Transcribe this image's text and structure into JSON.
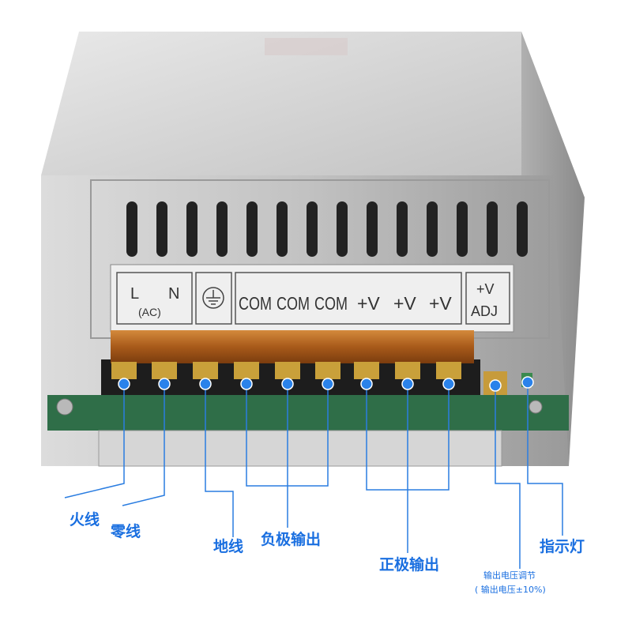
{
  "panel": {
    "l": "L",
    "n": "N",
    "ac": "(AC)",
    "com1": "COM",
    "com2": "COM",
    "com3": "COM",
    "v1": "+V",
    "v2": "+V",
    "v3": "+V",
    "adj_top": "+V",
    "adj_bottom": "ADJ"
  },
  "labels": {
    "live": "火线",
    "neutral": "零线",
    "ground": "地线",
    "negative": "负极输出",
    "positive": "正极输出",
    "indicator": "指示灯",
    "adjust": "输出电压调节",
    "adjust_range": "( 输出电压±10%)"
  },
  "colors": {
    "callout": "#1a6fe0",
    "terminal_cover": "#b5651d",
    "chassis": "#c9c9c9"
  }
}
